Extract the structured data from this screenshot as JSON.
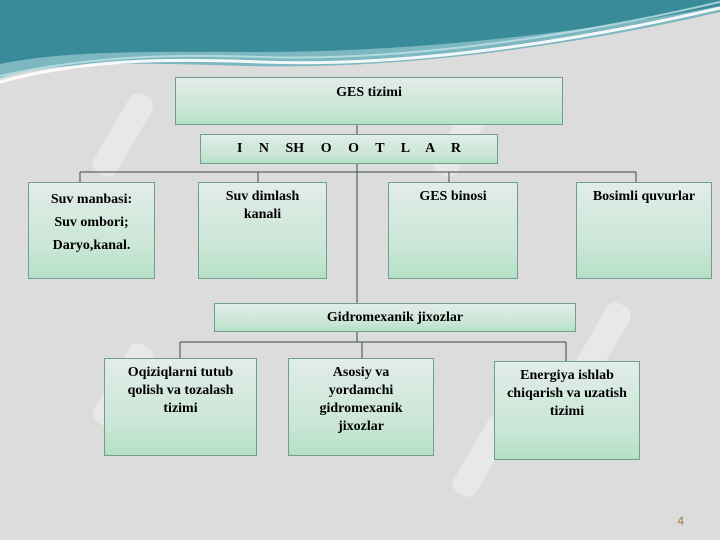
{
  "diagram": {
    "title": "GES tizimi",
    "subtitle": "I   N   SH   O   O   T   L   A   R",
    "level1": [
      {
        "lines": [
          "Suv manbasi:",
          "Suv ombori;",
          "Daryo,kanal."
        ]
      },
      {
        "lines": [
          "Suv dimlash",
          "kanali"
        ]
      },
      {
        "lines": [
          "GES binosi"
        ]
      },
      {
        "lines": [
          "Bosimli quvurlar"
        ]
      }
    ],
    "middle": "Gidromexanik jixozlar",
    "level2": [
      {
        "lines": [
          "Oqiziqlarni tutub",
          "qolish va tozalash",
          "tizimi"
        ]
      },
      {
        "lines": [
          "Asosiy va",
          "yordamchi",
          "gidromexanik",
          "jixozlar"
        ]
      },
      {
        "lines": [
          "Energiya ishlab",
          "chiqarish va uzatish",
          "tizimi"
        ]
      }
    ]
  },
  "page_number": "4",
  "colors": {
    "box_border": "#6f9f92",
    "box_fill_top": "#e2ece8",
    "box_fill_bottom": "#b5e0c6",
    "wave_teal": "#3a8b9a",
    "background": "#dcdcdc"
  }
}
